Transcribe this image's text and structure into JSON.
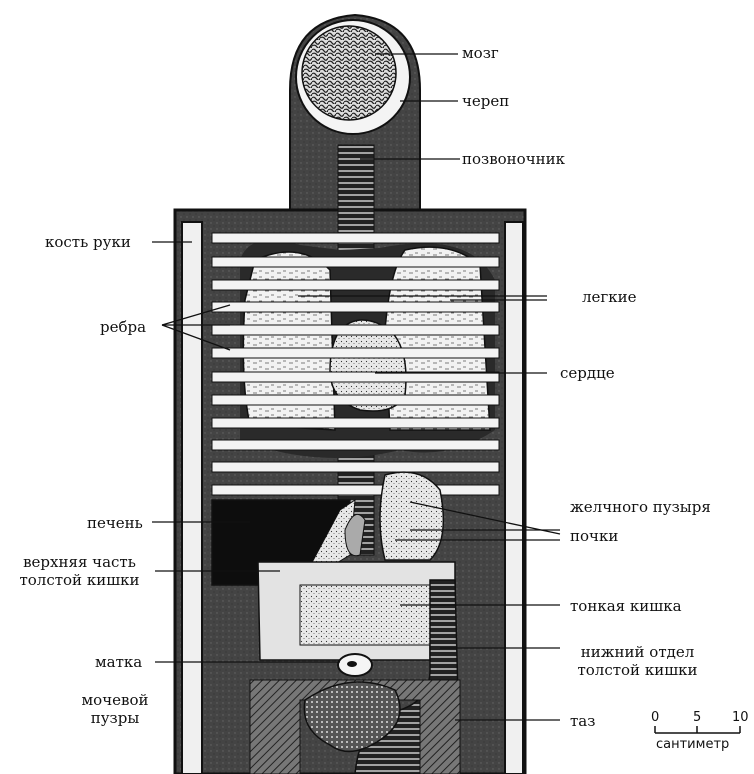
{
  "labels": {
    "brain": "мозг",
    "skull": "череп",
    "spine": "позвоночник",
    "arm_bone": "кость руки",
    "lungs": "легкие",
    "ribs": "ребра",
    "heart": "сердце",
    "gallbladder": "желчного пузыря",
    "liver": "печень",
    "kidneys": "почки",
    "upper_colon_line1": "верхняя часть",
    "upper_colon_line2": "толстой кишки",
    "small_intestine": "тонкая кишка",
    "lower_colon_line1": "нижний отдел",
    "lower_colon_line2": "толстой кишки",
    "uterus": "матка",
    "bladder_line1": "мочевой",
    "bladder_line2": "пузры",
    "pelvis": "таз"
  },
  "scale": {
    "ticks": [
      "0",
      "5",
      "10"
    ],
    "unit": "сантиметр"
  }
}
